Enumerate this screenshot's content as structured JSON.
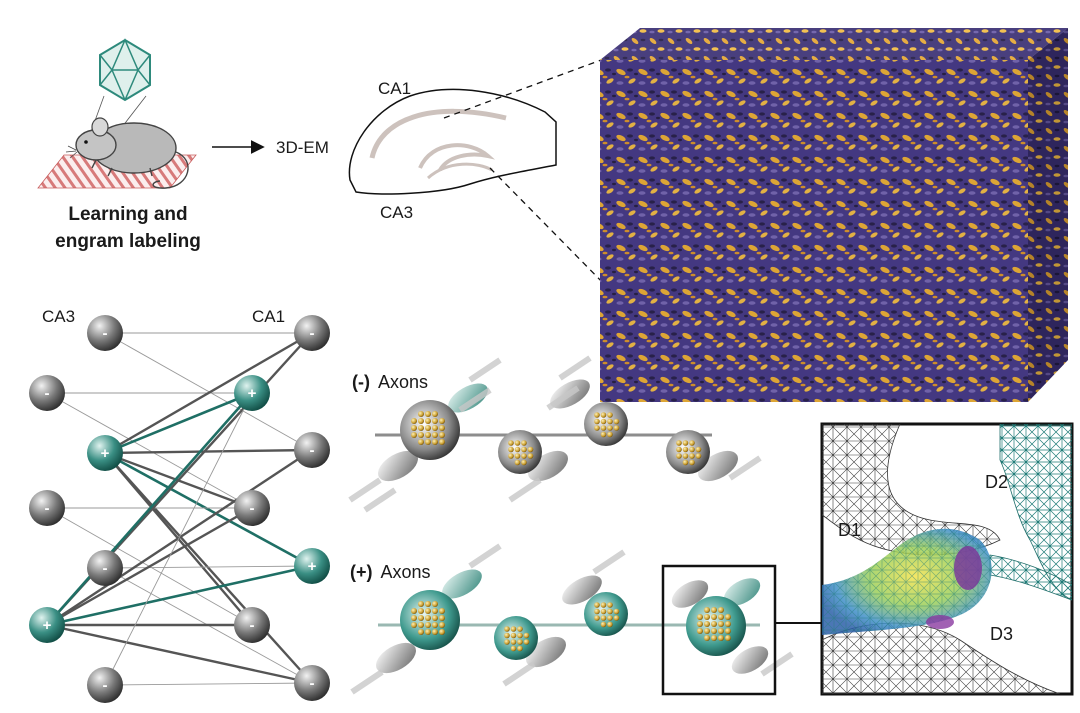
{
  "colors": {
    "engram": "#1f6f65",
    "non_engram": "#4a4a4a",
    "volume_purple": "#4b3f8f",
    "volume_orange": "#f1b43a",
    "mesh_teal": "#2b8a86",
    "mesh_gray": "#555555"
  },
  "icons": [
    "virus-icon",
    "mouse-icon",
    "arrow-icon",
    "hippocampus-icon",
    "em-volume-icon",
    "synapse-mesh-icon"
  ],
  "panel_a": {
    "caption_line1": "Learning and",
    "caption_line2": "engram labeling",
    "arrow_label": "3D-EM",
    "region_ca1": "CA1",
    "region_ca3": "CA3"
  },
  "network": {
    "left_label": "CA3",
    "right_label": "CA1",
    "ca3_neurons": [
      "-",
      "-",
      "+",
      "-",
      "-",
      "+",
      "-"
    ],
    "ca1_neurons": [
      "-",
      "+",
      "-",
      "-",
      "+",
      "-",
      "-"
    ]
  },
  "axons": {
    "negative_sign": "(-)",
    "negative_label": "Axons",
    "positive_sign": "(+)",
    "positive_label": "Axons"
  },
  "mesh_panel": {
    "d1": "D1",
    "d2": "D2",
    "d3": "D3"
  }
}
